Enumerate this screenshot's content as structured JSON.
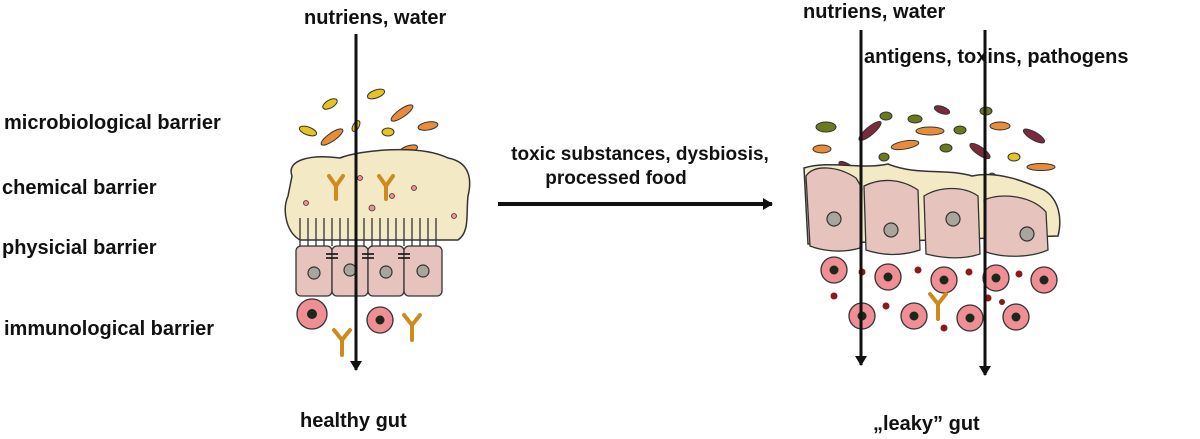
{
  "left": {
    "top_label": "nutriens, water",
    "layers": [
      {
        "key": "microbiological",
        "label": "microbiological barrier"
      },
      {
        "key": "chemical",
        "label": "chemical barrier"
      },
      {
        "key": "physical",
        "label": "physicial barrier"
      },
      {
        "key": "immunological",
        "label": "immunological barrier"
      }
    ],
    "caption": "healthy gut"
  },
  "middle": {
    "line1": "toxic substances, dysbiosis,",
    "line2": "processed food"
  },
  "right": {
    "top_label_1": "nutriens, water",
    "top_label_2": "antigens, toxins, pathogens",
    "caption": "„leaky” gut"
  },
  "colors": {
    "mucus": "#f3e9c4",
    "epithelium": "#e7c3bd",
    "nucleus": "#a9a59c",
    "immune_cell": "#ef8e95",
    "antibody": "#cf8a1d",
    "bacteria_orange": "#e68c3a",
    "bacteria_yellow": "#e5c322",
    "bacteria_maroon": "#7a2a3a",
    "bacteria_olive": "#6b7a1f",
    "dot_red": "#8b1a1a"
  }
}
